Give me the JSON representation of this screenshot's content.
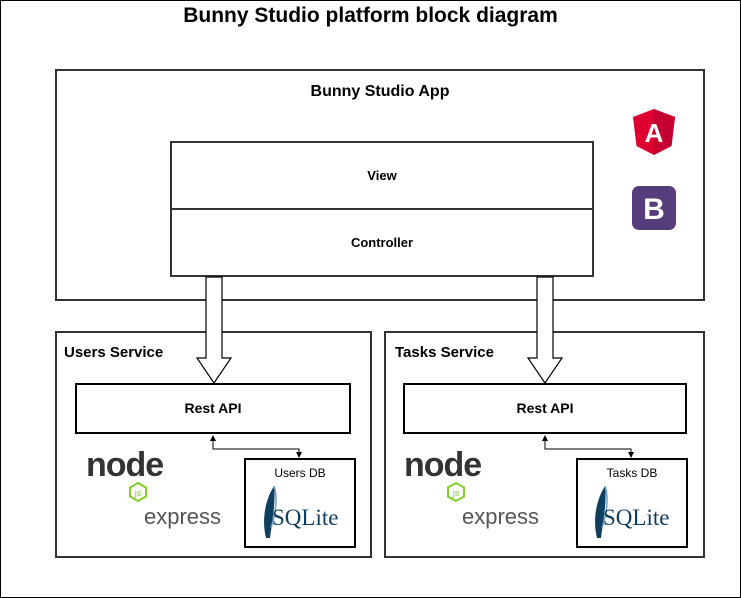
{
  "diagram": {
    "title": "Bunny Studio platform block diagram",
    "app": {
      "title": "Bunny Studio App",
      "view_label": "View",
      "controller_label": "Controller",
      "logos": [
        "angular-logo",
        "bootstrap-logo"
      ],
      "bootstrap_letter": "B",
      "angular_letter": "A"
    },
    "users_service": {
      "title": "Users Service",
      "rest_api_label": "Rest API",
      "db_label": "Users DB",
      "node_text": "node",
      "js_text": "js",
      "express_text": "express",
      "sqlite_text": "SQLite"
    },
    "tasks_service": {
      "title": "Tasks Service",
      "rest_api_label": "Rest API",
      "db_label": "Tasks DB",
      "node_text": "node",
      "js_text": "js",
      "express_text": "express",
      "sqlite_text": "SQLite"
    },
    "colors": {
      "angular": "#dd0031",
      "bootstrap": "#563d7c",
      "node_dark": "#333333",
      "node_green": "#83cd29",
      "sqlite_blue": "#0f3e5f"
    }
  }
}
